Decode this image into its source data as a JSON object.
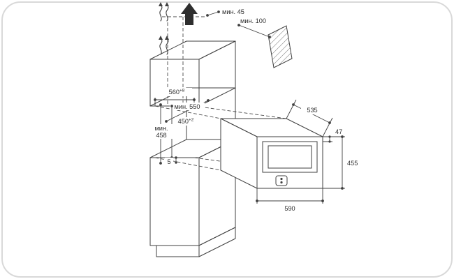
{
  "diagram": {
    "type": "appliance-installation-drawing",
    "labels": {
      "top_clearance": "мин. 45",
      "rear_clearance": "мин. 100",
      "niche_width": "560",
      "niche_width_tol": "+8",
      "niche_depth": "мин. 550",
      "niche_height": "450",
      "niche_height_tol": "+2",
      "min_height_line1": "мин.",
      "min_height_line2": "458",
      "front_gap": "5",
      "appliance_depth": "535",
      "panel_height": "47",
      "appliance_height": "455",
      "appliance_width": "590"
    },
    "colors": {
      "line": "#3f3f3f",
      "background": "#ffffff",
      "frame": "#d9d9d9",
      "arrow": "#2e2e2e"
    }
  }
}
